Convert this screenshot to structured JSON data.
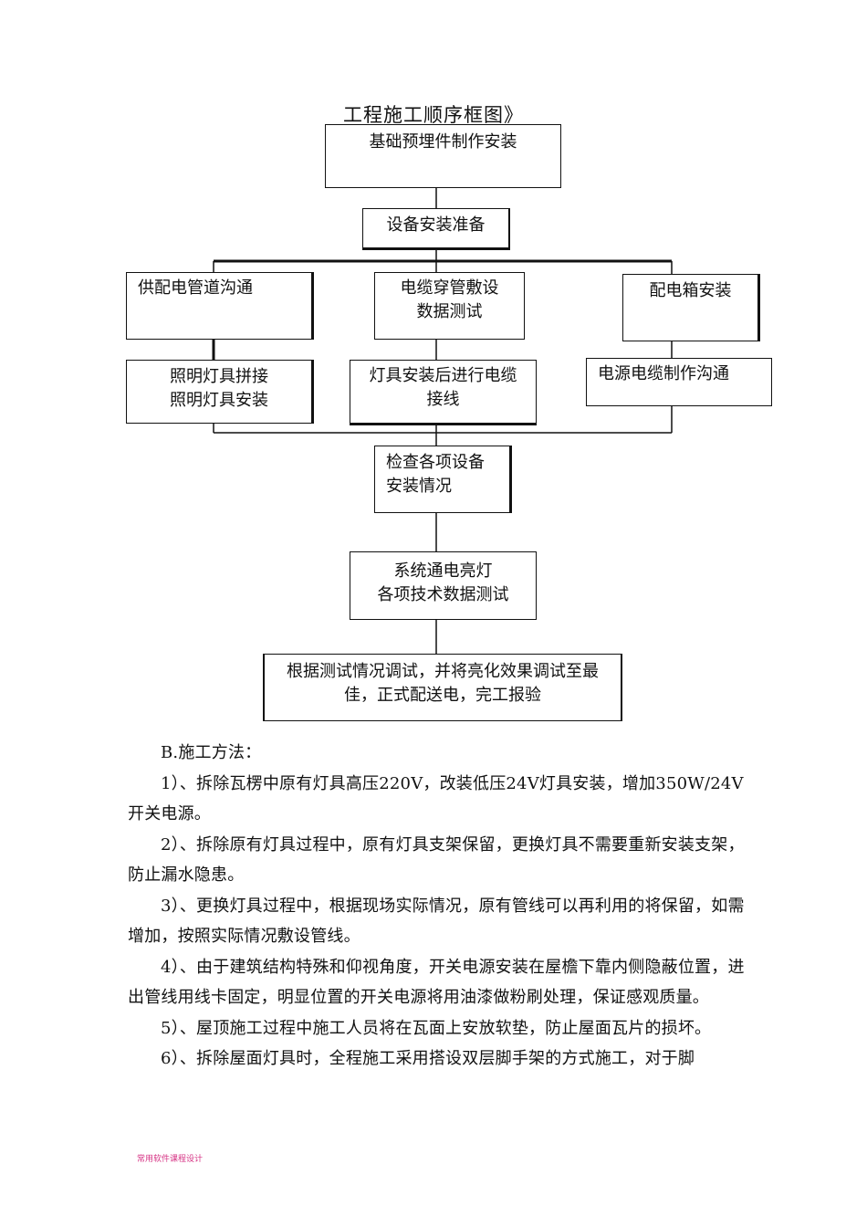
{
  "flowchart": {
    "title": "工程施工顺序框图》",
    "nodes": {
      "foundation": [
        "基础预埋件制作安装"
      ],
      "equipment_prep": [
        "设备安装准备"
      ],
      "power_pipe": [
        "供配电管道沟通"
      ],
      "cable_threading": [
        "电缆穿管敷设",
        "数据测试"
      ],
      "distribution_box": [
        "配电箱安装"
      ],
      "lighting_install": [
        "照明灯具拼接",
        "照明灯具安装"
      ],
      "cable_wiring": [
        "灯具安装后进行电缆",
        "接线"
      ],
      "power_cable": [
        "电源电缆制作沟通"
      ],
      "inspection": [
        "检查各项设备",
        "安装情况"
      ],
      "system_test": [
        "系统通电亮灯",
        "各项技术数据测试"
      ],
      "final_adjust": [
        "根据测试情况调试，并将亮化效果调试至最",
        "佳，正式配送电，完工报验"
      ]
    }
  },
  "section": {
    "heading": "B.施工方法：",
    "paragraphs": [
      "1）、拆除瓦楞中原有灯具高压220V，改装低压24V灯具安装，增加350W/24V开关电源。",
      "2）、拆除原有灯具过程中，原有灯具支架保留，更换灯具不需要重新安装支架，防止漏水隐患。",
      "3）、更换灯具过程中，根据现场实际情况，原有管线可以再利用的将保留，如需增加，按照实际情况敷设管线。",
      "4）、由于建筑结构特殊和仰视角度，开关电源安装在屋檐下靠内侧隐蔽位置，进出管线用线卡固定，明显位置的开关电源将用油漆做粉刷处理，保证感观质量。",
      "5）、屋顶施工过程中施工人员将在瓦面上安放软垫，防止屋面瓦片的损坏。",
      "6）、拆除屋面灯具时，全程施工采用搭设双层脚手架的方式施工，对于脚"
    ]
  },
  "footer": {
    "note": "常用软件课程设计"
  }
}
